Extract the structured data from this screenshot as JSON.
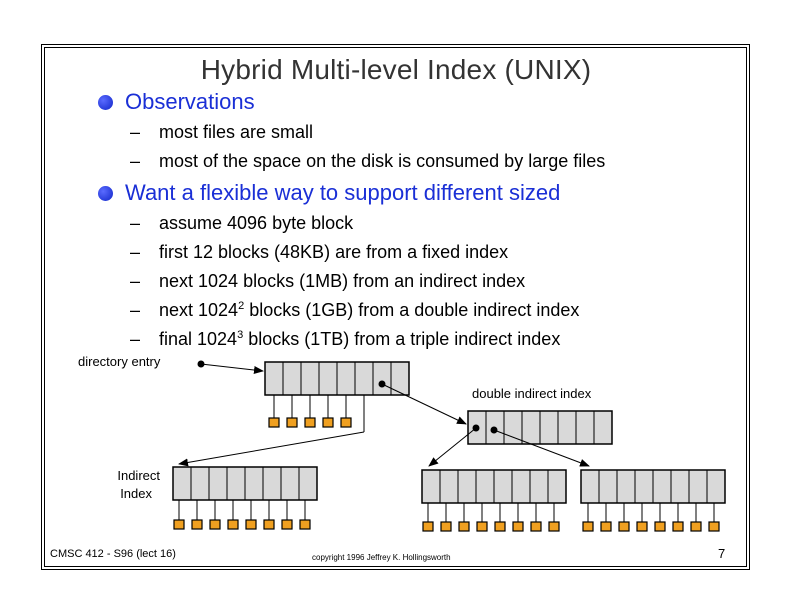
{
  "slide": {
    "title": "Hybrid Multi-level Index (UNIX)",
    "bullets": [
      {
        "text": "Observations",
        "subitems": [
          {
            "dash": "–",
            "text": "most files are small"
          },
          {
            "dash": "–",
            "text": "most of the space on the disk is consumed by large files"
          }
        ]
      },
      {
        "text": "Want a flexible way to support different sized",
        "subitems": [
          {
            "dash": "–",
            "text": "assume 4096 byte block"
          },
          {
            "dash": "–",
            "text": "first 12 blocks (48KB) are from a fixed index"
          },
          {
            "dash": "–",
            "text": "next 1024  blocks (1MB) from an indirect index"
          },
          {
            "dash": "–",
            "pre": "next  1024",
            "sup": "2",
            "post": " blocks (1GB) from a double indirect index"
          },
          {
            "dash": "–",
            "pre": "final 1024",
            "sup": "3",
            "post": " blocks (1TB) from a triple indirect index"
          }
        ]
      }
    ]
  },
  "diagram": {
    "directory_entry_label": "directory entry",
    "double_indirect_label": "double indirect index",
    "indirect_label_line1": "Indirect",
    "indirect_label_line2": "Index",
    "colors": {
      "cell_fill": "#d9d9d9",
      "data_block_fill": "#f0a020",
      "line": "#000000"
    }
  },
  "footer": {
    "course": "CMSC 412 - S96  (lect 16)",
    "copyright": "copyright 1996 Jeffrey K. Hollingsworth",
    "page": "7"
  }
}
